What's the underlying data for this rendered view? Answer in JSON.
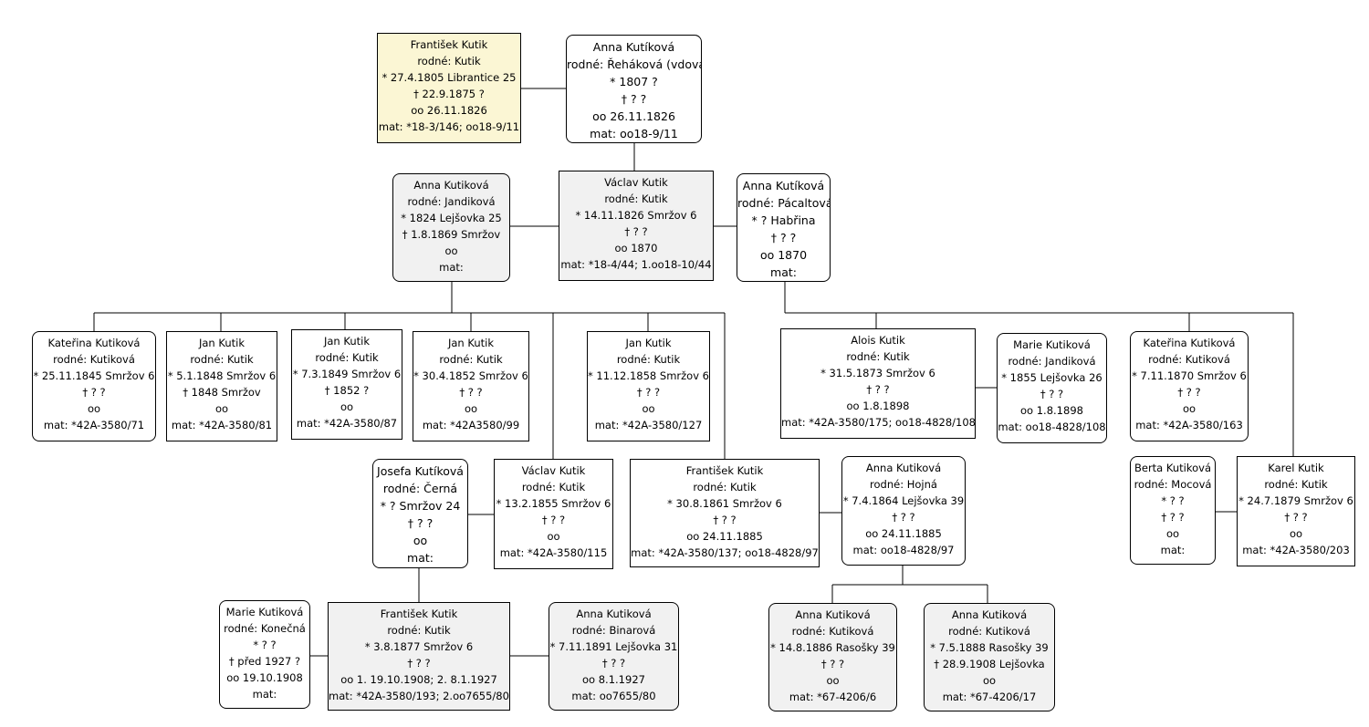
{
  "persons": {
    "p_frantisek_sr": {
      "lines": [
        "František Kutik",
        "rodné: Kutik",
        "* 27.4.1805 Librantice 25",
        "† 22.9.1875 ?",
        "oo 26.11.1826",
        "mat: *18-3/146; oo18-9/11"
      ]
    },
    "p_anna_rehakova": {
      "lines": [
        "Anna Kutíková",
        "rodné: Řeháková (vdova)",
        "* 1807 ?",
        "† ? ?",
        "oo 26.11.1826",
        "mat: oo18-9/11"
      ]
    },
    "p_vaclav_1826": {
      "lines": [
        "Václav Kutik",
        "rodné: Kutik",
        "* 14.11.1826 Smržov 6",
        "† ? ?",
        "oo 1870",
        "mat: *18-4/44; 1.oo18-10/44"
      ]
    },
    "p_anna_jandikova1": {
      "lines": [
        "Anna Kutiková",
        "rodné: Jandiková",
        "* 1824 Lejšovka 25",
        "† 1.8.1869 Smržov",
        "oo",
        "mat:"
      ]
    },
    "p_anna_pacaltova": {
      "lines": [
        "Anna Kutíková",
        "rodné: Pácaltová",
        "* ? Habřina",
        "† ? ?",
        "oo 1870",
        "mat:"
      ]
    },
    "p_katerina_1845": {
      "lines": [
        "Kateřina Kutiková",
        "rodné: Kutiková",
        "* 25.11.1845 Smržov 6",
        "† ? ?",
        "oo",
        "mat: *42A-3580/71"
      ]
    },
    "p_jan_1848": {
      "lines": [
        "Jan Kutik",
        "rodné: Kutik",
        "* 5.1.1848 Smržov 6",
        "† 1848 Smržov",
        "oo",
        "mat: *42A-3580/81"
      ]
    },
    "p_jan_1849": {
      "lines": [
        "Jan Kutik",
        "rodné: Kutik",
        "* 7.3.1849 Smržov 6",
        "† 1852 ?",
        "oo",
        "mat: *42A-3580/87"
      ]
    },
    "p_jan_1852": {
      "lines": [
        "Jan Kutik",
        "rodné: Kutik",
        "* 30.4.1852 Smržov 6",
        "† ? ?",
        "oo",
        "mat: *42A3580/99"
      ]
    },
    "p_jan_1858": {
      "lines": [
        "Jan Kutik",
        "rodné: Kutik",
        "* 11.12.1858 Smržov 6",
        "† ? ?",
        "oo",
        "mat: *42A-3580/127"
      ]
    },
    "p_alois_1873": {
      "lines": [
        "Alois Kutik",
        "rodné: Kutik",
        "* 31.5.1873 Smržov 6",
        "† ? ?",
        "oo 1.8.1898",
        "mat: *42A-3580/175; oo18-4828/108"
      ]
    },
    "p_marie_jandikova": {
      "lines": [
        "Marie Kutiková",
        "rodné: Jandiková",
        "* 1855 Lejšovka 26",
        "† ? ?",
        "oo 1.8.1898",
        "mat: oo18-4828/108"
      ]
    },
    "p_katerina_1870": {
      "lines": [
        "Kateřina Kutiková",
        "rodné: Kutiková",
        "* 7.11.1870 Smržov 6",
        "† ? ?",
        "oo",
        "mat: *42A-3580/163"
      ]
    },
    "p_josefa_cerna": {
      "lines": [
        "Josefa Kutíková",
        "rodné: Černá",
        "* ? Smržov 24",
        "† ? ?",
        "oo",
        "mat:"
      ]
    },
    "p_vaclav_1855": {
      "lines": [
        "Václav Kutik",
        "rodné: Kutik",
        "* 13.2.1855 Smržov 6",
        "† ? ?",
        "oo",
        "mat: *42A-3580/115"
      ]
    },
    "p_frantisek_1861": {
      "lines": [
        "František Kutik",
        "rodné: Kutik",
        "* 30.8.1861 Smržov 6",
        "† ? ?",
        "oo 24.11.1885",
        "mat: *42A-3580/137; oo18-4828/97"
      ]
    },
    "p_anna_hojna": {
      "lines": [
        "Anna Kutiková",
        "rodné: Hojná",
        "* 7.4.1864 Lejšovka 39",
        "† ? ?",
        "oo 24.11.1885",
        "mat: oo18-4828/97"
      ]
    },
    "p_berta_mocova": {
      "lines": [
        "Berta Kutiková",
        "rodné: Mocová",
        "* ? ?",
        "† ? ?",
        "oo",
        "mat:"
      ]
    },
    "p_karel_1879": {
      "lines": [
        "Karel Kutik",
        "rodné: Kutik",
        "* 24.7.1879 Smržov 6",
        "† ? ?",
        "oo",
        "mat: *42A-3580/203"
      ]
    },
    "p_marie_konecna": {
      "lines": [
        "Marie Kutiková",
        "rodné: Konečná",
        "* ? ?",
        "† před 1927 ?",
        "oo 19.10.1908",
        "mat:"
      ]
    },
    "p_frantisek_1877": {
      "lines": [
        "František Kutik",
        "rodné: Kutik",
        "* 3.8.1877 Smržov 6",
        "† ? ?",
        "oo 1. 19.10.1908; 2. 8.1.1927",
        "mat: *42A-3580/193; 2.oo7655/80"
      ]
    },
    "p_anna_binarova": {
      "lines": [
        "Anna Kutiková",
        "rodné: Binarová",
        "* 7.11.1891 Lejšovka 31",
        "† ? ?",
        "oo 8.1.1927",
        "mat: oo7655/80"
      ]
    },
    "p_anna_1886": {
      "lines": [
        "Anna Kutiková",
        "rodné: Kutiková",
        "* 14.8.1886 Rasošky 39",
        "† ? ?",
        "oo",
        "mat: *67-4206/6"
      ]
    },
    "p_anna_1888": {
      "lines": [
        "Anna Kutiková",
        "rodné: Kutiková",
        "* 7.5.1888 Rasošky 39",
        "† 28.9.1908 Lejšovka",
        "oo",
        "mat: *67-4206/17"
      ]
    }
  }
}
